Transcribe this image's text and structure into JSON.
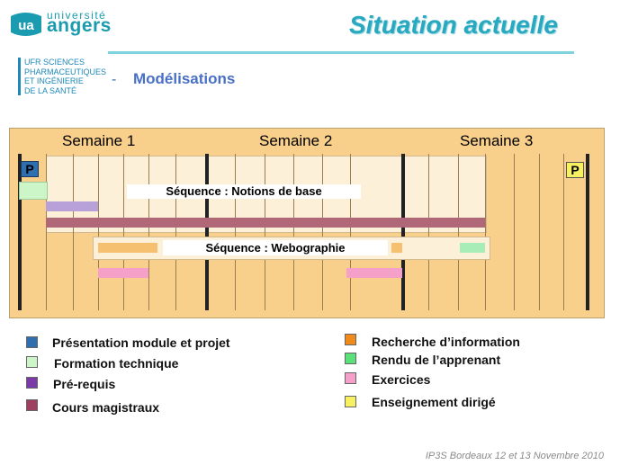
{
  "header": {
    "logo_mark": "ua",
    "logo_line1": "université",
    "logo_line2": "angers",
    "title": "Situation actuelle",
    "ufr_lines": [
      "UFR SCIENCES",
      "PHARMACEUTIQUES",
      "ET INGÉNIERIE",
      "DE LA SANTÉ"
    ],
    "dash": "-",
    "subtitle": "Modélisations"
  },
  "chart_data": {
    "type": "table",
    "weeks": [
      "Semaine 1",
      "Semaine 2",
      "Semaine 3"
    ],
    "p_markers": [
      "P",
      "P"
    ],
    "sequences": [
      "Séquence : Notions de base",
      "Séquence : Webographie"
    ],
    "colors": {
      "presentation": "#2f6fb0",
      "formation": "#ccf5c8",
      "prerequis": "#b8a0d8",
      "cours": "#b06878",
      "recherche": "#f5c070",
      "rendu": "#a8ecb8",
      "exercices": "#f5a0c8",
      "enseignement": "#f5f070"
    }
  },
  "legend": {
    "left": [
      {
        "label": "Présentation module et projet",
        "color": "#2f6fb0"
      },
      {
        "label": "Formation technique",
        "color": "#ccf5c8"
      },
      {
        "label": "Pré-requis",
        "color": "#7a3aa8"
      },
      {
        "label": "Cours magistraux",
        "color": "#a04060"
      }
    ],
    "right": [
      {
        "label": "Recherche d’information",
        "color": "#f08a1a"
      },
      {
        "label": "Rendu de l’apprenant",
        "color": "#5ce07a"
      },
      {
        "label": "Exercices",
        "color": "#f5a0c8"
      },
      {
        "label": "Enseignement dirigé",
        "color": "#f7f060"
      }
    ]
  },
  "footer": "IP3S Bordeaux 12 et 13 Novembre 2010"
}
